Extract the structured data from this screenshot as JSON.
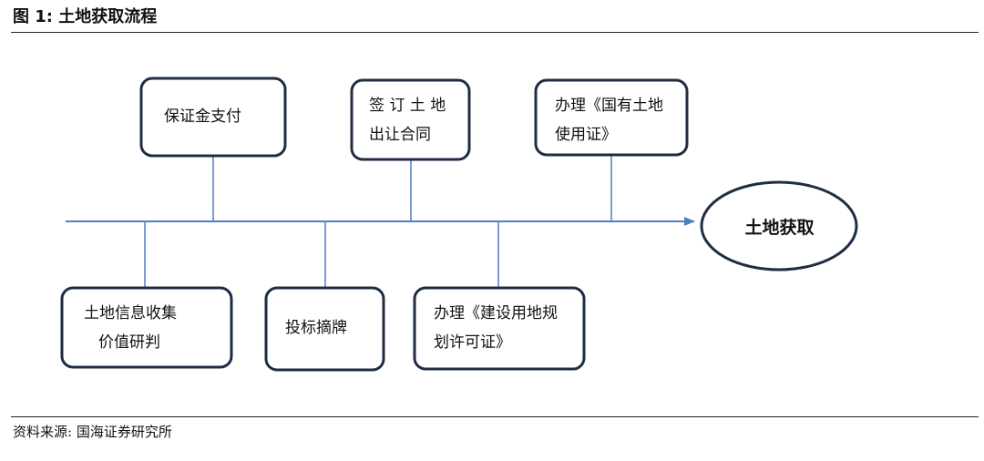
{
  "figure": {
    "title": "图 1:  土地获取流程",
    "source_label": "资料来源:",
    "source_value": "国海证券研究所"
  },
  "goal": "土地获取",
  "upper_steps": [
    {
      "lines": [
        "保证金支付"
      ]
    },
    {
      "lines": [
        "签 订 土 地",
        "出让合同"
      ]
    },
    {
      "lines": [
        "办理《国有土地",
        "使用证》"
      ]
    }
  ],
  "lower_steps": [
    {
      "lines": [
        "土地信息收集",
        "价值研判"
      ]
    },
    {
      "lines": [
        "投标摘牌"
      ]
    },
    {
      "lines": [
        "办理《建设用地规",
        "划许可证》"
      ]
    }
  ],
  "colors": {
    "box_border": "#1f2d44",
    "connector": "#4f81bd",
    "text": "#111111"
  }
}
